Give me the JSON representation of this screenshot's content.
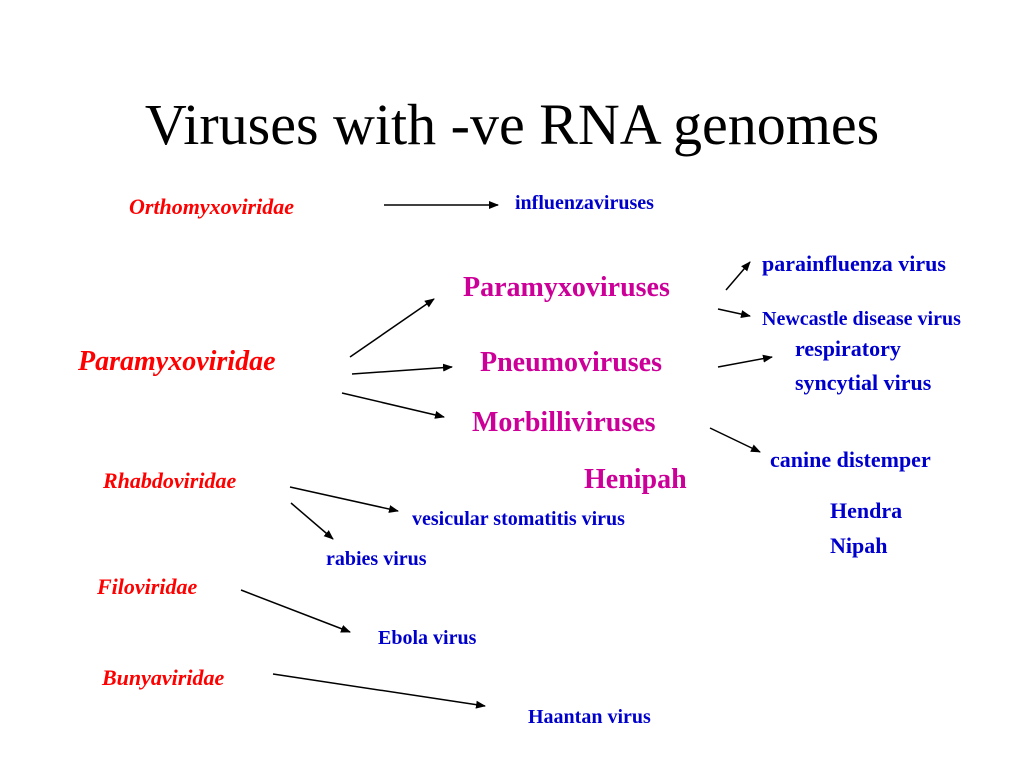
{
  "title": "Viruses with -ve RNA genomes",
  "colors": {
    "family": "#ff0000",
    "subfamily": "#cc0099",
    "virus": "#0000cc",
    "arrow": "#000000"
  },
  "families": {
    "orthomyxoviridae": "Orthomyxoviridae",
    "paramyxoviridae": "Paramyxoviridae",
    "rhabdoviridae": "Rhabdoviridae",
    "filoviridae": "Filoviridae",
    "bunyaviridae": "Bunyaviridae"
  },
  "subfamilies": {
    "paramyxoviruses": "Paramyxoviruses",
    "pneumoviruses": "Pneumoviruses",
    "morbilliviruses": "Morbilliviruses",
    "henipah": "Henipah"
  },
  "viruses": {
    "influenzaviruses": "influenzaviruses",
    "parainfluenza": "parainfluenza virus",
    "newcastle": "Newcastle disease virus",
    "rsv_line1": "respiratory",
    "rsv_line2": "syncytial virus",
    "canine": "canine distemper",
    "hendra": "Hendra",
    "nipah": "Nipah",
    "vsv": "vesicular stomatitis virus",
    "rabies": "rabies virus",
    "ebola": "Ebola virus",
    "haantan": "Haantan virus"
  }
}
